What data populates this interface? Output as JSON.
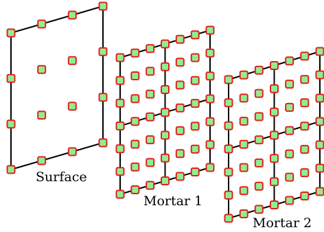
{
  "figure": {
    "labels": {
      "surface": "Surface",
      "mortar1": "Mortar 1",
      "mortar2": "Mortar 2"
    },
    "colors": {
      "node_fill": "#90EE90",
      "node_stroke": "#E02020",
      "edge": "#000000",
      "background": "#FFFFFF"
    },
    "panels": [
      {
        "name": "surface",
        "subdivisions": 1,
        "nodes_per_edge": 4
      },
      {
        "name": "mortar1",
        "subdivisions": 2,
        "nodes_per_edge": 4
      },
      {
        "name": "mortar2",
        "subdivisions": 2,
        "nodes_per_edge": 4
      }
    ]
  }
}
